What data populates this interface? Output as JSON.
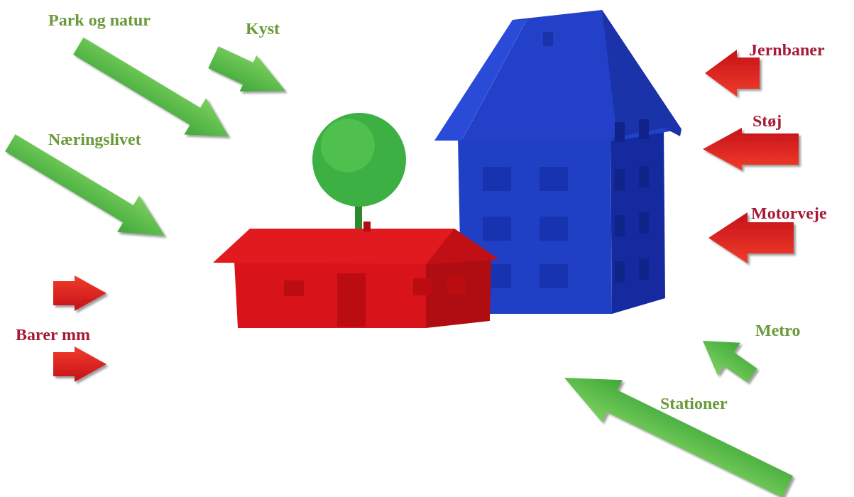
{
  "diagram": {
    "labels": [
      "Park og natur",
      "Kyst",
      "Næringslivet",
      "Barer mm",
      "Jernbaner",
      "Støj",
      "Motorveje",
      "Metro",
      "Stationer"
    ]
  }
}
